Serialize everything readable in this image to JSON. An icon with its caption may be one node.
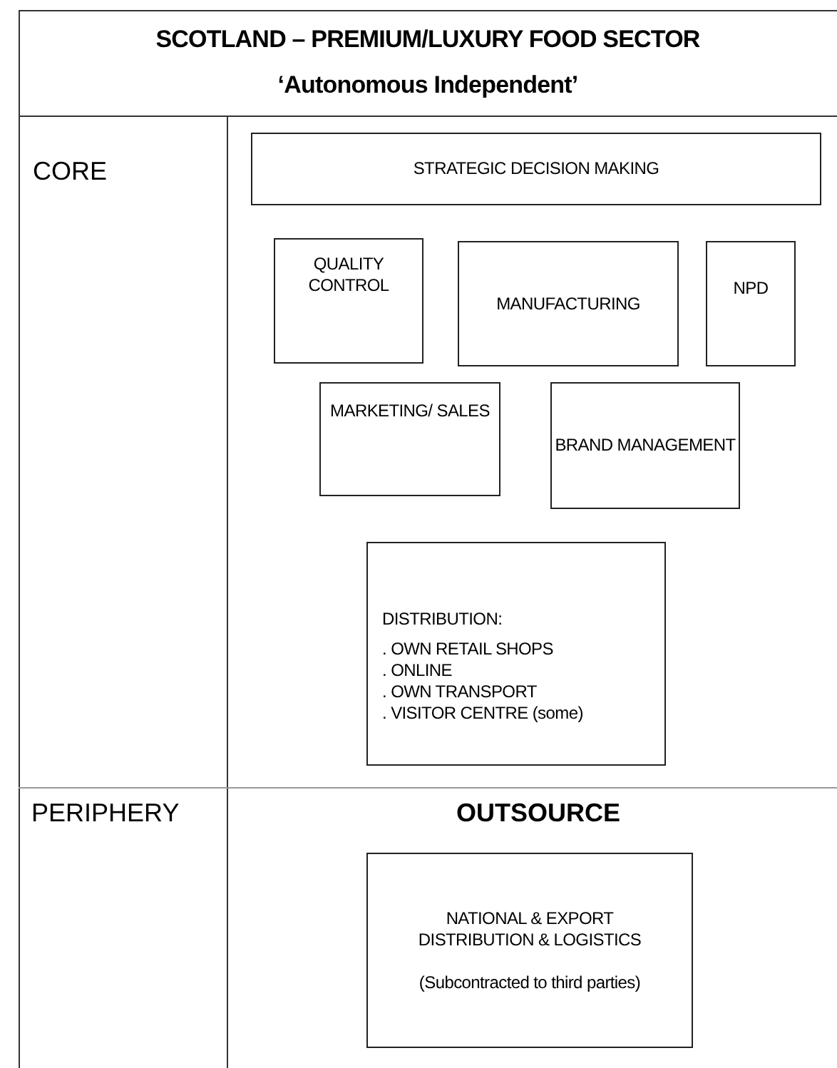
{
  "diagram": {
    "title": "SCOTLAND – PREMIUM/LUXURY FOOD SECTOR",
    "nodes": [
      {
        "text": [
          "STRATEGIC DECISION MAKING"
        ]
      },
      {
        "text": [
          "QUALITY CONTROL"
        ]
      },
      {
        "text": [
          "MANUFACTURING"
        ]
      },
      {
        "text": [
          "NPD"
        ]
      },
      {
        "text": [
          "MARKETING/ SALES"
        ]
      },
      {
        "text": [
          "BRAND MANAGEMENT"
        ]
      },
      {
        "text": [
          "DISTRIBUTION:",
          ". OWN RETAIL SHOPS",
          ". ONLINE",
          ". OWN TRANSPORT",
          ". VISITOR CENTRE (some)"
        ]
      },
      {
        "text": [
          "NATIONAL & EXPORT DISTRIBUTION & LOGISTICS",
          "(Subcontracted to third parties)"
        ]
      }
    ],
    "labels": [
      "‘Autonomous Independent’",
      "CORE",
      "PERIPHERY",
      "OUTSOURCE"
    ]
  }
}
